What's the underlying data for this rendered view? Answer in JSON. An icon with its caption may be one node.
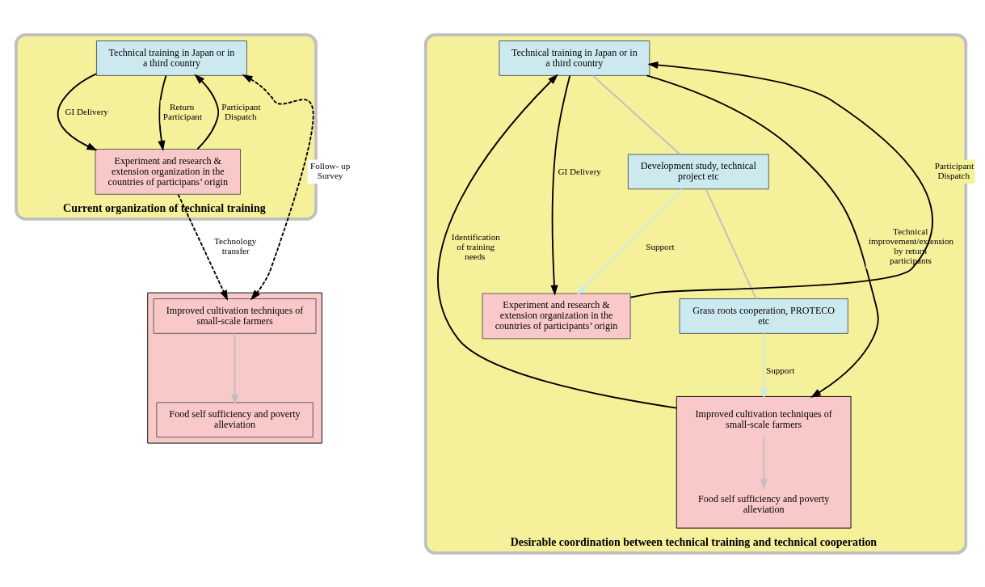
{
  "diagram": {
    "nodes": [
      {
        "text": [
          "Current organization of technical training"
        ]
      },
      {
        "text": [
          "Technical training in Japan or in a third country"
        ],
        "in": 0
      },
      {
        "text": [
          "Experiment and research & extension organization in the countries of participans’ origin"
        ],
        "in": 0
      },
      {
        "text": [],
        "shape": "box"
      },
      {
        "text": [
          "Improved cultivation techniques of small-scale farmers"
        ],
        "in": 3
      },
      {
        "text": [
          "Food self sufficiency and poverty alleviation"
        ],
        "in": 3
      },
      {
        "text": [
          "Desirable coordination between technical training and technical cooperation"
        ]
      },
      {
        "text": [
          "Technical training in Japan or in a third country"
        ],
        "in": 6
      },
      {
        "text": [
          "Development study, technical project etc"
        ],
        "in": 6
      },
      {
        "text": [
          "Experiment and research & extension organization in the countries of participants’ origin"
        ],
        "in": 6
      },
      {
        "text": [
          "Grass roots cooperation, PROTECO etc"
        ],
        "in": 6
      },
      {
        "text": [],
        "shape": "box",
        "in": 6
      },
      {
        "text": [
          "Improved cultivation techniques of small-scale farmers"
        ],
        "in": 11
      },
      {
        "text": [
          "Food self sufficiency and poverty alleviation"
        ],
        "in": 11
      }
    ],
    "edges": [
      {
        "from": 1,
        "to": 2,
        "arrow": "to",
        "label": "GI Delivery"
      },
      {
        "from": 2,
        "to": 1,
        "arrow": "to",
        "label": "Participant Dispatch"
      },
      {
        "from": 1,
        "to": 2,
        "arrow": "to",
        "label": "Return Participant"
      },
      {
        "from": 1,
        "to": 4,
        "arrow": "both",
        "label": "Follow- up Survey",
        "style": "dashed"
      },
      {
        "from": 2,
        "to": 4,
        "arrow": "to",
        "label": "Technology transfer",
        "style": "dashed"
      },
      {
        "from": 4,
        "to": 5,
        "arrow": "to",
        "color": "#bfbfbf"
      },
      {
        "from": 7,
        "to": 8,
        "arrow": "none",
        "color": "#bfbfbf"
      },
      {
        "from": 8,
        "to": 10,
        "arrow": "none",
        "color": "#bfbfbf"
      },
      {
        "from": 11,
        "to": 7,
        "arrow": "to",
        "label": "Identification of training needs"
      },
      {
        "from": 7,
        "to": 9,
        "arrow": "to",
        "label": "GI Delivery"
      },
      {
        "from": 9,
        "to": 7,
        "arrow": "to",
        "label": "Participant Dispatch"
      },
      {
        "from": 7,
        "to": 11,
        "arrow": "to",
        "label": "Technical improvement/extension by return participants"
      },
      {
        "from": 8,
        "to": 9,
        "arrow": "to",
        "label": "Support",
        "color": "#cde9f0"
      },
      {
        "from": 10,
        "to": 11,
        "arrow": "to",
        "label": "Support",
        "color": "#cde9f0"
      },
      {
        "from": 12,
        "to": 13,
        "arrow": "to",
        "color": "#bfbfbf"
      }
    ]
  }
}
